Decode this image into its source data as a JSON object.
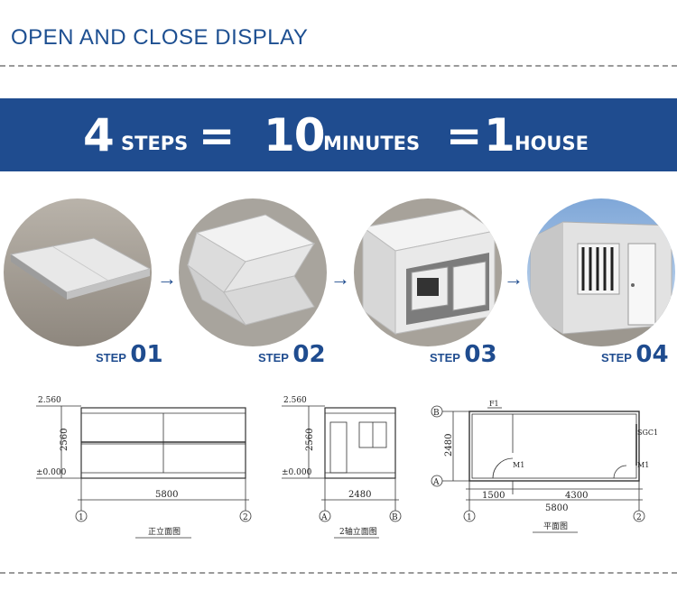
{
  "header": {
    "title": "OPEN AND CLOSE DISPLAY"
  },
  "banner": {
    "steps_num": "4",
    "steps_word": "STEPS",
    "minutes_num": "10",
    "minutes_word": "MINUTES",
    "house_num": "1",
    "house_word": "HOUSE",
    "eq": "="
  },
  "steps": [
    {
      "label": "STEP",
      "num": "01"
    },
    {
      "label": "STEP",
      "num": "02"
    },
    {
      "label": "STEP",
      "num": "03"
    },
    {
      "label": "STEP",
      "num": "04"
    }
  ],
  "arrow": "→",
  "drawings": {
    "front": {
      "top_level": "2.560",
      "base_level": "±0.000",
      "height": "2560",
      "width": "5800",
      "axis_left": "1",
      "axis_right": "2",
      "caption": "正立面图"
    },
    "side": {
      "top_level": "2.560",
      "base_level": "±0.000",
      "height": "2560",
      "width": "2480",
      "axis_left": "A",
      "axis_right": "B",
      "caption": "2轴立面图"
    },
    "plan": {
      "axis_top": "B",
      "axis_bottom": "A",
      "height": "2480",
      "seg1": "1500",
      "seg2": "4300",
      "total": "5800",
      "axis_left": "1",
      "axis_right": "2",
      "caption": "平面图",
      "f1": "F1",
      "sgc1": "SGC1",
      "m1a": "M1",
      "m1b": "M1"
    }
  }
}
